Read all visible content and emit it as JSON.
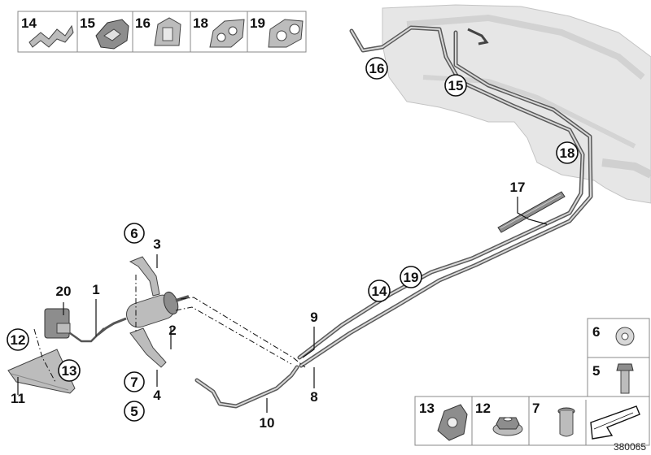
{
  "thumb_row": {
    "items": [
      {
        "label": "14",
        "icon": "clip-14"
      },
      {
        "label": "15",
        "icon": "clip-15"
      },
      {
        "label": "16",
        "icon": "clip-16"
      },
      {
        "label": "18",
        "icon": "clip-18"
      },
      {
        "label": "19",
        "icon": "clip-19"
      }
    ]
  },
  "callouts": {
    "c1": "1",
    "c2": "2",
    "c3": "3",
    "c4": "4",
    "c5": "5",
    "c6": "6",
    "c7": "7",
    "c8": "8",
    "c9": "9",
    "c10": "10",
    "c11": "11",
    "c12": "12",
    "c13": "13",
    "c14": "14",
    "c15": "15",
    "c16": "16",
    "c17": "17",
    "c18": "18",
    "c19": "19",
    "c20": "20"
  },
  "right_panel": {
    "items": [
      {
        "label": "6",
        "icon": "spring-nut"
      },
      {
        "label": "5",
        "icon": "hex-bolt"
      }
    ]
  },
  "bottom_panel": {
    "items": [
      {
        "label": "13",
        "icon": "clip-13"
      },
      {
        "label": "12",
        "icon": "hex-nut-washer"
      },
      {
        "label": "7",
        "icon": "rivet-nut"
      }
    ]
  },
  "diagram_ref": "380065",
  "colors": {
    "pipe": "#5a5a5a",
    "tank": "#e2e2e2",
    "outline": "#111111"
  }
}
